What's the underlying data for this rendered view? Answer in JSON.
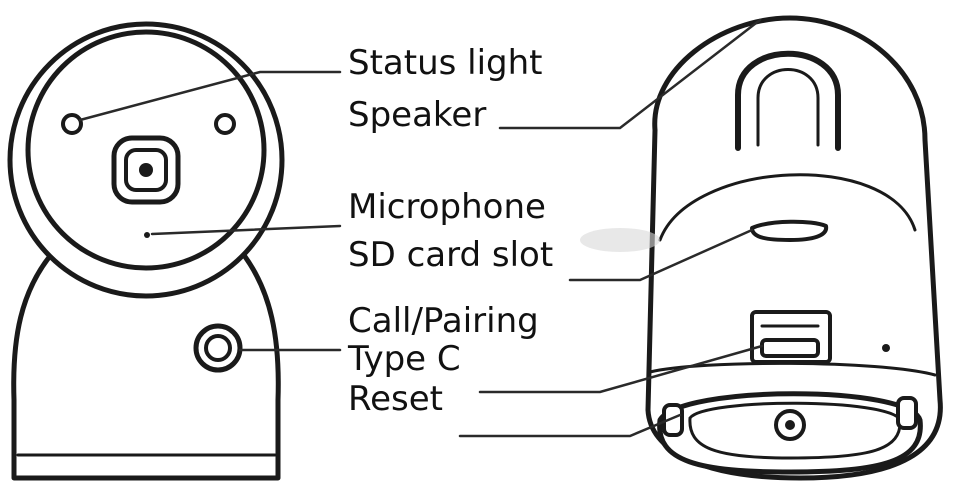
{
  "labels": {
    "status_light": "Status light",
    "speaker": "Speaker",
    "microphone": "Microphone",
    "sd_card_slot": "SD card slot",
    "call_pairing": "Call/Pairing",
    "type_c": "Type C",
    "reset": "Reset"
  },
  "colors": {
    "line": "#1a1a1a",
    "text": "#111111",
    "background": "#ffffff"
  }
}
